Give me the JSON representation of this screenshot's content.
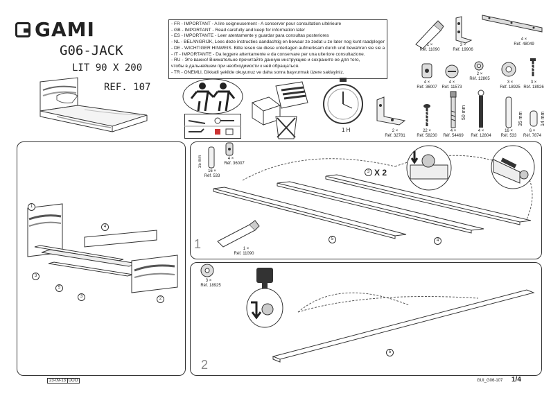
{
  "brand": "GAMI",
  "model": "G06-JACK",
  "bed_size": "LIT 90 X 200",
  "reference": "REF. 107",
  "notices": [
    "- FR -  IMPORTANT - A lire soigneusement - A conserver pour consultation ultérieure",
    "- GB -  IMPORTANT - Read carefully and keep for information later",
    "- ES -  IMPORTANTE - Leer atentamente y guardar para consultas posteriores",
    "- NL -  BELANGRIJK, Lees deze instructies aandachtig en bewaar ze zodat u ze later nog kunt raadplegen",
    "- DE -  WICHTIGER HINWEIS. Bitte lesen sie diese unterlagen aufmerksam durch und bewahren sie sie auf",
    "- IT -  IMPORTANTE - Da leggere attentamente e da conservare per una ulteriore consultazione.",
    "- RU -  Это важно! Внимательно прочитайте данную инструкцию и сохраните ее для того,",
    "           чтобы в дальнейшем при необходимости к ней обращаться.",
    "- TR -  ÖNEMLI, Dikkatli şekilde okuyunuz ve daha sonra başvurmak üzere saklayiniz."
  ],
  "time_label": "1 H",
  "hardware_top": [
    {
      "qty": "1 ×",
      "ref": "Réf. 11090"
    },
    {
      "qty": "3 ×",
      "ref": "Réf. 19906"
    },
    {
      "qty": "4 ×",
      "ref": "Réf. 48049"
    }
  ],
  "hardware_mid": [
    {
      "qty": "4 ×",
      "ref": "Réf. 36007"
    },
    {
      "qty": "4 ×",
      "ref": "Réf. 11573"
    },
    {
      "qty": "2 ×",
      "ref": "Réf. 12805"
    },
    {
      "qty": "3 ×",
      "ref": "Réf. 18925"
    },
    {
      "qty": "3 ×",
      "ref": "Réf. 18926"
    }
  ],
  "hardware_bottom": [
    {
      "qty": "2 ×",
      "ref": "Réf. 32781"
    },
    {
      "qty": "22 ×",
      "ref": "Réf. 58230"
    },
    {
      "qty": "4 ×",
      "ref": "Réf. 54469"
    },
    {
      "qty": "4 ×",
      "ref": "Réf. 12804"
    },
    {
      "qty": "16 ×",
      "ref": "Réf. 533"
    },
    {
      "qty": "6 ×",
      "ref": "Réf. 7874"
    }
  ],
  "dims": {
    "d50": "50 mm",
    "d35": "35 mm",
    "d14": "14 mm"
  },
  "step1": {
    "number": "1",
    "dowel_qty": "16 ×",
    "dowel_ref": "Réf. 533",
    "dowel_dim": "35 mm",
    "cam_qty": "4 ×",
    "cam_ref": "Réf. 36007",
    "glue_qty": "1 ×",
    "glue_ref": "Réf. 11090",
    "repeat": "X 2",
    "parts": [
      "3",
      "5",
      "4"
    ]
  },
  "step2": {
    "number": "2",
    "cam_qty": "3 ×",
    "cam_ref": "Réf. 18925",
    "part": "5"
  },
  "overview_parts": [
    "1",
    "4",
    "3",
    "5",
    "3",
    "2"
  ],
  "footer": {
    "date": "23-09-13",
    "box": "DOO",
    "code": "GUI_G06-107",
    "page": "1/4"
  }
}
